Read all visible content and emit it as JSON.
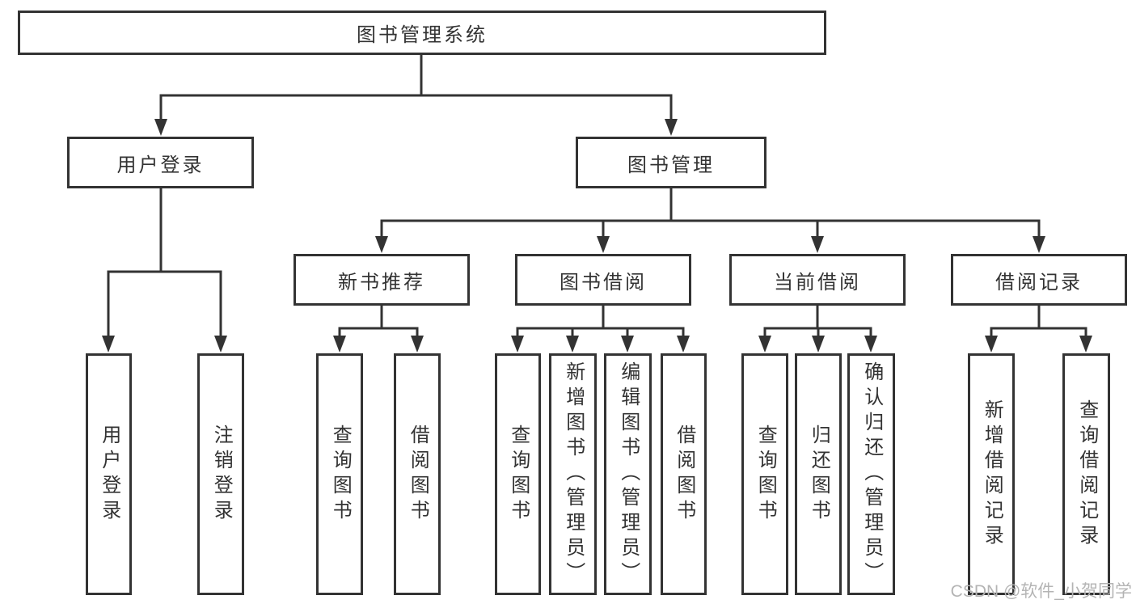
{
  "diagram": {
    "root": {
      "label": "图书管理系统"
    },
    "level1": [
      {
        "label": "用户登录"
      },
      {
        "label": "图书管理"
      }
    ],
    "level2": [
      {
        "label": "新书推荐"
      },
      {
        "label": "图书借阅"
      },
      {
        "label": "当前借阅"
      },
      {
        "label": "借阅记录"
      }
    ],
    "leaves": {
      "user_login": [
        {
          "label": "用户登录"
        },
        {
          "label": "注销登录"
        }
      ],
      "new_book": [
        {
          "label": "查询图书"
        },
        {
          "label": "借阅图书"
        }
      ],
      "book_borrow": [
        {
          "label": "查询图书"
        },
        {
          "label": "新增图书（管理员）"
        },
        {
          "label": "编辑图书（管理员）"
        },
        {
          "label": "借阅图书"
        }
      ],
      "current_borrow": [
        {
          "label": "查询图书"
        },
        {
          "label": "归还图书"
        },
        {
          "label": "确认归还（管理员）"
        }
      ],
      "borrow_records": [
        {
          "label": "新增借阅记录"
        },
        {
          "label": "查询借阅记录"
        }
      ]
    }
  },
  "watermark": {
    "text": "CSDN @软件_小贺同学"
  },
  "colors": {
    "line": "#333333",
    "text": "#333333",
    "box_background": "#ffffff",
    "watermark": "#b4b4b4",
    "background": "#ffffff"
  }
}
